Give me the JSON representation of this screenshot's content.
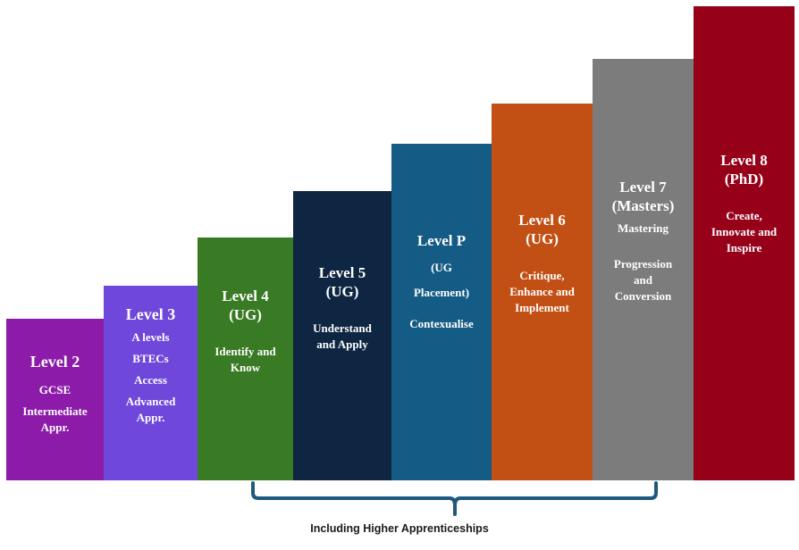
{
  "levels": [
    {
      "id": "level-2",
      "title": "Level 2",
      "subtitle": "",
      "items": [
        "GCSE",
        "Intermediate Appr."
      ]
    },
    {
      "id": "level-3",
      "title": "Level 3",
      "subtitle": "",
      "items": [
        "A levels",
        "BTECs",
        "Access",
        "Advanced Appr."
      ]
    },
    {
      "id": "level-4",
      "title": "Level 4",
      "subtitle": "(UG)",
      "items": [
        "Identify and Know"
      ]
    },
    {
      "id": "level-5",
      "title": "Level 5",
      "subtitle": "(UG)",
      "items": [
        "Understand and Apply"
      ]
    },
    {
      "id": "level-p",
      "title": "Level P",
      "subtitle": "(UG Placement)",
      "items": [
        "Contexualise"
      ]
    },
    {
      "id": "level-6",
      "title": "Level 6",
      "subtitle": "(UG)",
      "items": [
        "Critique, Enhance and Implement"
      ]
    },
    {
      "id": "level-7",
      "title": "Level 7",
      "subtitle": "(Masters)",
      "items": [
        "Mastering",
        "Progression and Conversion"
      ]
    },
    {
      "id": "level-8",
      "title": "Level 8",
      "subtitle": "(PhD)",
      "items": [
        "Create, Innovate and Inspire"
      ]
    }
  ],
  "bracket_label": "Including Higher Apprenticeships",
  "colors": {
    "level-2": "#8d1ba9",
    "level-3": "#6f47db",
    "level-4": "#397a24",
    "level-5": "#0e2642",
    "level-p": "#145b85",
    "level-6": "#c24f14",
    "level-7": "#7c7c7c",
    "level-8": "#960019",
    "bracket": "#1d5a7e"
  }
}
